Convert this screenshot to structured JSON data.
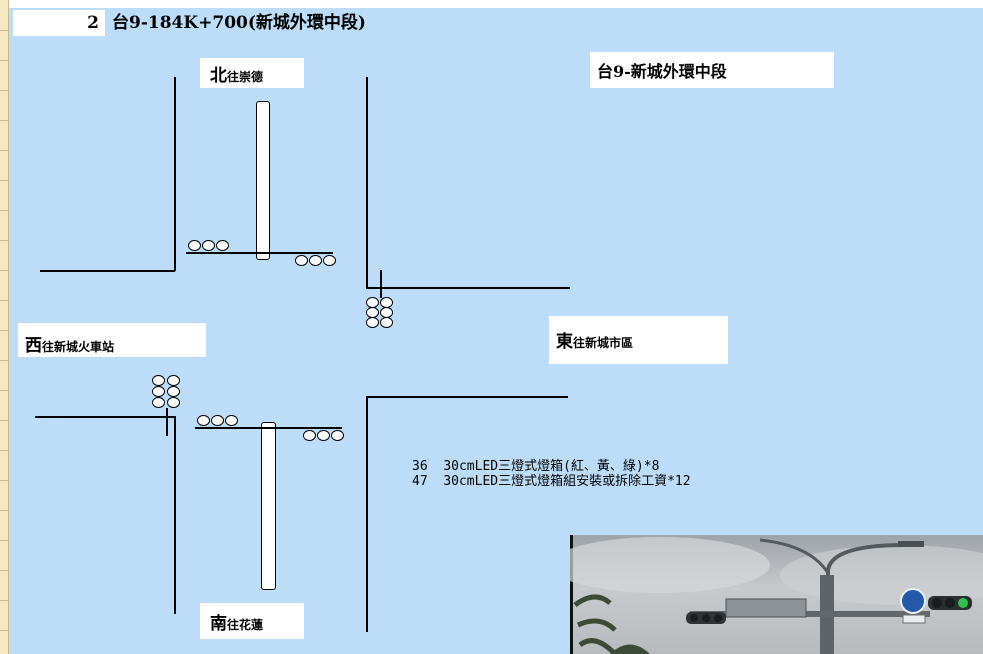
{
  "header": {
    "number": "2",
    "title": "台9-184K+700(新城外環中段)"
  },
  "road_name": "台9-新城外環中段",
  "directions": {
    "north": {
      "dir": "北",
      "dest": "往崇德"
    },
    "south": {
      "dir": "南",
      "dest": "往花蓮"
    },
    "east": {
      "dir": "東",
      "dest": "往新城市區"
    },
    "west": {
      "dir": "西",
      "dest": "往新城火車站"
    }
  },
  "notes": [
    {
      "code": "36",
      "text": "30cmLED三燈式燈箱(紅、黃、綠)*8"
    },
    {
      "code": "47",
      "text": "30cmLED三燈式燈箱組安裝或拆除工資*12"
    }
  ],
  "colors": {
    "canvas": "#bcdcf8",
    "line": "#000000",
    "label_bg": "#ffffff"
  },
  "photo": {
    "subject": "traffic-signal-photo"
  }
}
